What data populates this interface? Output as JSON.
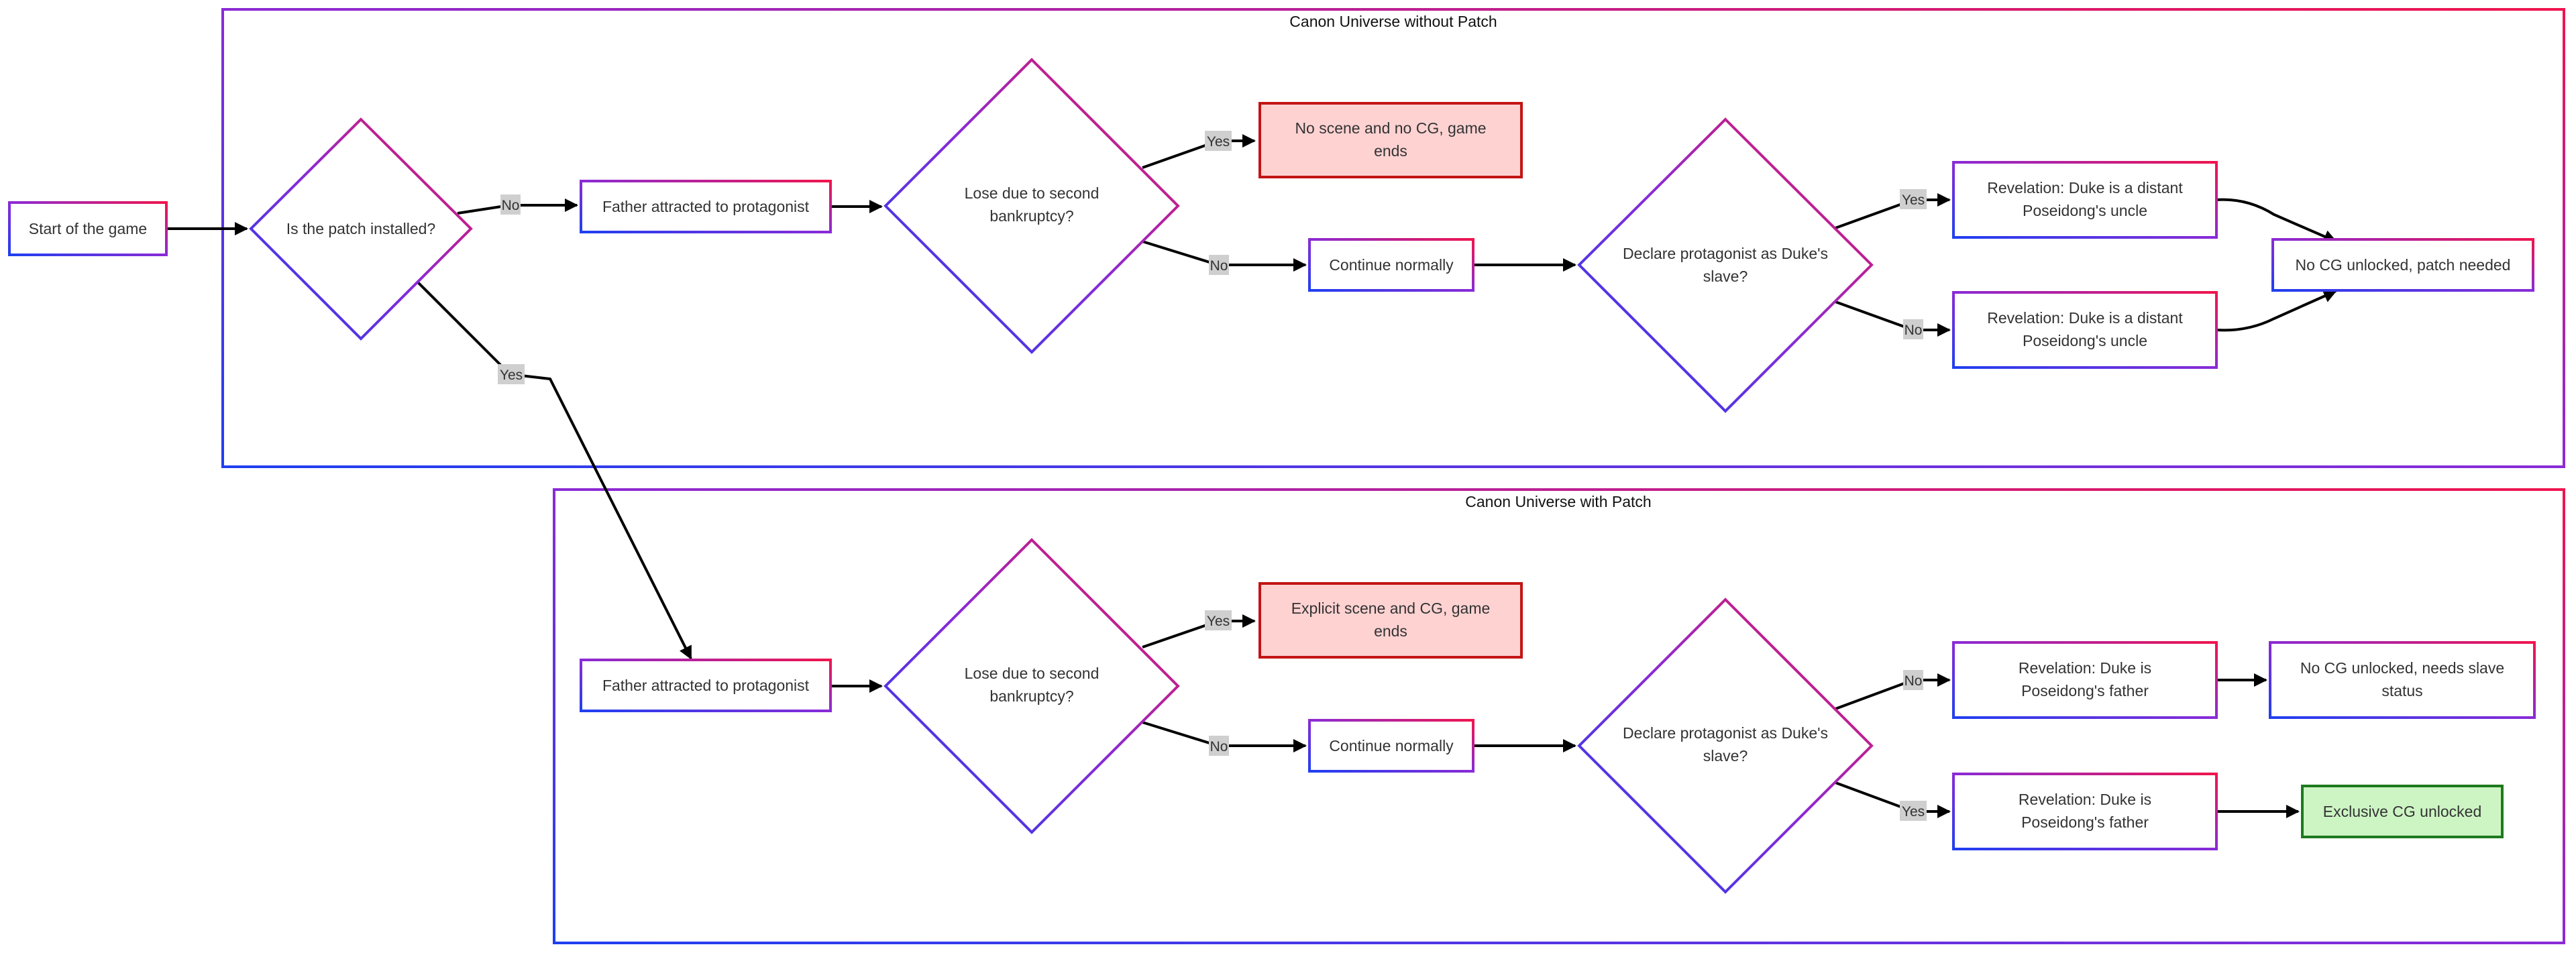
{
  "groups": {
    "without_patch": {
      "title": "Canon Universe without Patch"
    },
    "with_patch": {
      "title": "Canon Universe with Patch"
    }
  },
  "nodes": {
    "start": "Start of the game",
    "patch_check": "Is the patch installed?",
    "np_father": "Father attracted to protagonist",
    "np_lose": [
      "Lose due to second",
      "bankruptcy?"
    ],
    "np_end": [
      "No scene and no CG, game",
      "ends"
    ],
    "np_continue": "Continue normally",
    "np_declare": [
      "Declare protagonist as Duke's",
      "slave?"
    ],
    "np_rev_yes": [
      "Revelation: Duke is a distant",
      "Poseidong's uncle"
    ],
    "np_rev_no": [
      "Revelation: Duke is a distant",
      "Poseidong's uncle"
    ],
    "np_result": "No CG unlocked, patch needed",
    "wp_father": "Father attracted to protagonist",
    "wp_lose": [
      "Lose due to second",
      "bankruptcy?"
    ],
    "wp_end": [
      "Explicit scene and CG, game",
      "ends"
    ],
    "wp_continue": "Continue normally",
    "wp_declare": [
      "Declare protagonist as Duke's",
      "slave?"
    ],
    "wp_rev_no": [
      "Revelation: Duke is",
      "Poseidong's father"
    ],
    "wp_result_no": [
      "No CG unlocked, needs slave",
      "status"
    ],
    "wp_rev_yes": [
      "Revelation: Duke is",
      "Poseidong's father"
    ],
    "wp_result_yes": "Exclusive CG unlocked"
  },
  "edge_labels": {
    "patch_no": "No",
    "patch_yes": "Yes",
    "np_lose_yes": "Yes",
    "np_lose_no": "No",
    "np_declare_yes": "Yes",
    "np_declare_no": "No",
    "wp_lose_yes": "Yes",
    "wp_lose_no": "No",
    "wp_declare_no": "No",
    "wp_declare_yes": "Yes"
  },
  "colors": {
    "border_gradient_start": "#1f3ff0",
    "border_gradient_mid": "#8a2bd6",
    "border_gradient_end": "#f0154e",
    "end_fill": "#ffd2d2",
    "end_border": "#c41414",
    "success_fill": "#cdf5c4",
    "success_border": "#1e7a1e",
    "edge_label_bg": "#cfcfcf"
  }
}
